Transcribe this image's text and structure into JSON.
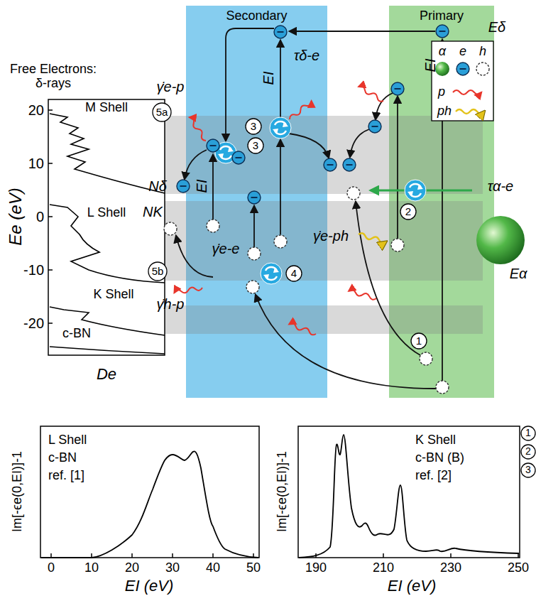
{
  "diagram": {
    "nodes": [
      {
        "text": [
          "Secondary"
        ]
      },
      {
        "text": [
          "Primary"
        ]
      }
    ],
    "labels": [
      "Free Electrons: δ-rays",
      "20",
      "10",
      "0",
      "-10",
      "-20",
      "Ee (eV)",
      "M Shell",
      "L Shell",
      "K Shell",
      "c-BN",
      "De",
      "γ̇e-p",
      "5a",
      "Nδ",
      "EI",
      "3",
      "NK",
      "γ̇e-e",
      "4",
      "5b",
      "γ̇h-p",
      "EI",
      "τδ-e",
      "3",
      "γ̇e-ph",
      "2",
      "1",
      "EI",
      "Eδ",
      "τα-e",
      "Eα",
      "L Shell",
      "c-BN",
      "ref. [1]",
      "0",
      "10",
      "20",
      "30",
      "40",
      "50",
      "EI (eV)",
      "Im[-ϵe(0,EI)]-1",
      "K Shell",
      "c-BN (B)",
      "ref. [2]",
      "1",
      "2",
      "3",
      "190",
      "210",
      "230",
      "250",
      "EI (eV)",
      "Im[-ϵe(0,EI)]-1"
    ],
    "legend": [
      {
        "text": "α"
      },
      {
        "text": "e"
      },
      {
        "text": "h"
      },
      {
        "text": "p"
      },
      {
        "text": "ph"
      }
    ]
  }
}
